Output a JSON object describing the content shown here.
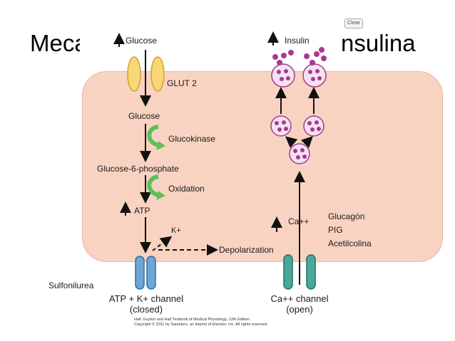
{
  "title": {
    "left": "Meca",
    "right": "nsulina"
  },
  "close_button": "Close",
  "diagram": {
    "glucose_top": "Glucose",
    "glut": "GLUT 2",
    "glucose_inside": "Glucose",
    "glucokinase": "Glucokinase",
    "g6p": "Glucose-6-phosphate",
    "oxidation": "Oxidation",
    "atp": "ATP",
    "k_ion": "K+",
    "depolarization": "Depolarization",
    "insulin": "Insulin",
    "ca_ion": "Ca++",
    "katp_channel_line1": "ATP + K+ channel",
    "katp_channel_line2": "(closed)",
    "ca_channel_line1": "Ca++ channel",
    "ca_channel_line2": "(open)"
  },
  "side_labels": {
    "sulfonilurea": "Sulfonilurea",
    "glucagon": "Glucagón",
    "pig": "PIG",
    "acetilcolina": "Acetilcolina"
  },
  "credit": {
    "line1": "Hall: Guyton and Hall Textbook of Medical Physiology, 12th Edition",
    "line2": "Copyright © 2011 by Saunders, an imprint of Elsevier, Inc. All rights reserved."
  },
  "colors": {
    "cell": "#f9d3c1",
    "glut": "#f7d778",
    "arrow_green": "#5cc05c",
    "granule": "#a8398f",
    "k_channel": "#6fa6d6",
    "ca_channel": "#4aa89a"
  }
}
